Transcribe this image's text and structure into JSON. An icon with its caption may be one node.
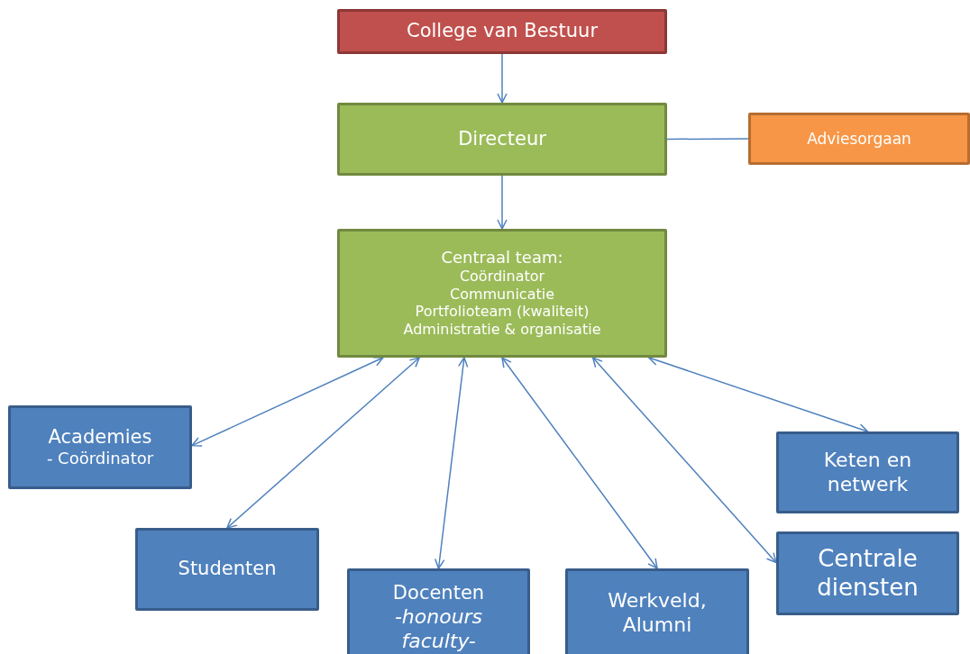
{
  "diagram": {
    "nodes": [
      {
        "text": [
          "College van Bestuur"
        ]
      },
      {
        "text": [
          "Directeur"
        ]
      },
      {
        "text": [
          "Adviesorgaan"
        ]
      },
      {
        "text": [
          "Centraal team:",
          "Coördinator",
          "Communicatie",
          "Portfolioteam (kwaliteit)",
          "Administratie & organisatie"
        ]
      },
      {
        "text": [
          "Academies",
          "- Coördinator"
        ]
      },
      {
        "text": [
          "Keten en netwerk"
        ]
      },
      {
        "text": [
          "Studenten"
        ]
      },
      {
        "text": [
          "Centrale diensten"
        ]
      },
      {
        "text": [
          "Docenten",
          "-honours faculty-"
        ]
      },
      {
        "text": [
          "Werkveld, Alumni"
        ]
      }
    ],
    "edges": [
      {
        "from": 0,
        "to": 1,
        "arrow": "to"
      },
      {
        "from": 1,
        "to": 2,
        "arrow": "none"
      },
      {
        "from": 1,
        "to": 3,
        "arrow": "to"
      },
      {
        "from": 3,
        "to": 4,
        "arrow": "both"
      },
      {
        "from": 3,
        "to": 6,
        "arrow": "both"
      },
      {
        "from": 3,
        "to": 8,
        "arrow": "both"
      },
      {
        "from": 3,
        "to": 9,
        "arrow": "both"
      },
      {
        "from": 3,
        "to": 7,
        "arrow": "both"
      },
      {
        "from": 3,
        "to": 5,
        "arrow": "both"
      }
    ]
  }
}
